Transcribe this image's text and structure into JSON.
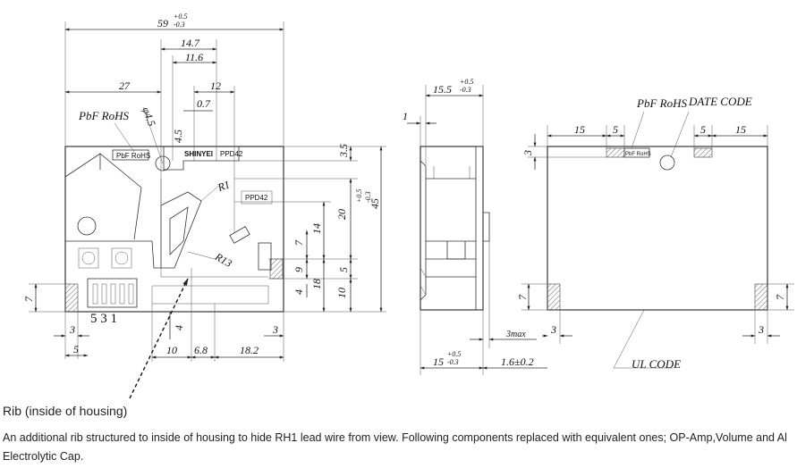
{
  "dims": {
    "total_width": "59",
    "total_width_tol_plus": "+0.5",
    "total_width_tol_minus": "-0.3",
    "d14_7": "14.7",
    "d11_6": "11.6",
    "d27": "27",
    "d12": "12",
    "d0_7": "0.7",
    "d4_5": "4.5",
    "d_phi": "φ4.5",
    "d3_5": "3.5",
    "height45": "45",
    "height_tol_plus": "+0.5",
    "height_tol_minus": "-0.3",
    "d20": "20",
    "d14": "14",
    "d7_right": "7",
    "d5": "5",
    "d9": "9",
    "d18": "18",
    "d10_right": "10",
    "d4_small": "4",
    "d7_left": "7",
    "d3_left": "3",
    "d5_left": "5",
    "d4_bottom": "4",
    "d10_bottom": "10",
    "d6_8": "6.8",
    "d18_2": "18.2",
    "d3_bottomright": "3",
    "r1": "R1",
    "r13": "R13",
    "side_top": "15.5",
    "side_top_tol_plus": "+0.5",
    "side_top_tol_minus": "-0.3",
    "side_1": "1",
    "side_3max": "3max",
    "side_bottom": "15",
    "side_bottom_tol_plus": "+0.5",
    "side_bottom_tol_minus": "-0.3",
    "side_1_6": "1.6±0.2",
    "back_15a": "15",
    "back_5a": "5",
    "back_5b": "5",
    "back_15b": "15",
    "back_3": "3",
    "back_7_left": "7",
    "back_3_left": "3",
    "back_7_right": "7",
    "back_3_right": "3"
  },
  "labels": {
    "pbf_front": "PbF RoHS",
    "pbf_back": "PbF RoHS",
    "date_code": "DATE CODE",
    "ul_code": "UL CODE",
    "pins": "5 3 1",
    "shinyei": "SHINYEI",
    "model_top": "PPD42",
    "model_mid": "PPD42",
    "sticker_front": "PbF RoHS",
    "sticker_back": "PbF RoHS"
  },
  "caption": {
    "title": "Rib (inside of housing)",
    "body": "An additional rib structured to inside of housing to hide RH1 lead wire from view. Following components replaced with equivalent ones; OP-Amp,Volume and Al Electrolytic Cap."
  }
}
